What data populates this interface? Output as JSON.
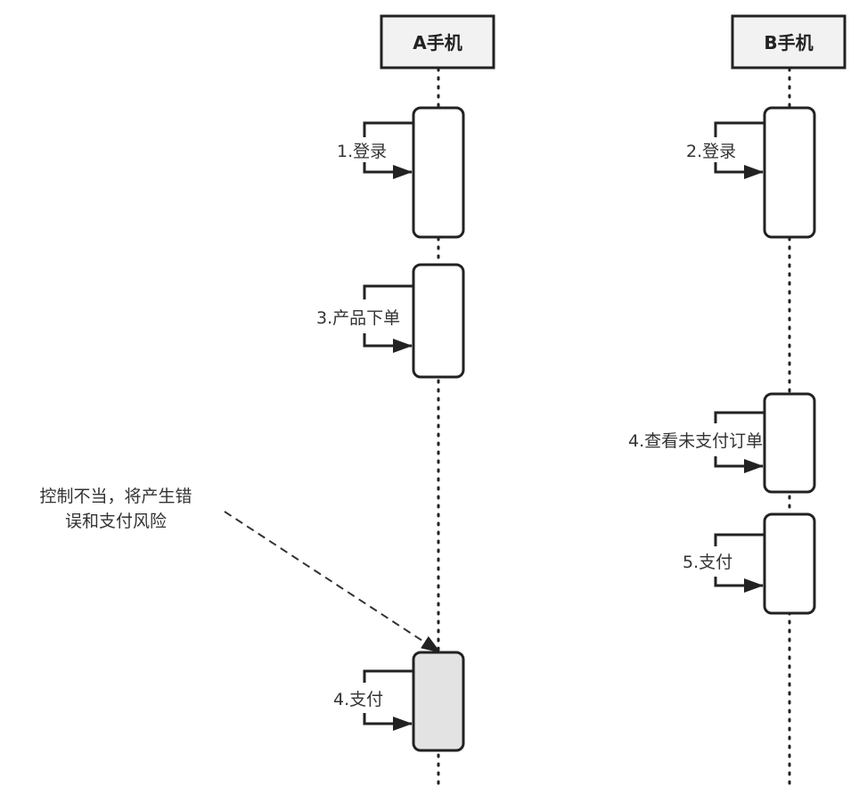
{
  "participants": [
    {
      "id": "A",
      "label": "A手机"
    },
    {
      "id": "B",
      "label": "B手机"
    }
  ],
  "messages": [
    {
      "participant": "A",
      "label": "1.登录",
      "highlight": false
    },
    {
      "participant": "B",
      "label": "2.登录",
      "highlight": false
    },
    {
      "participant": "A",
      "label": "3.产品下单",
      "highlight": false
    },
    {
      "participant": "B",
      "label": "4.查看未支付订单",
      "highlight": false
    },
    {
      "participant": "B",
      "label": "5.支付",
      "highlight": false
    },
    {
      "participant": "A",
      "label": "4.支付",
      "highlight": true
    }
  ],
  "annotation": {
    "line1": "控制不当，将产生错",
    "line2": "误和支付风险"
  },
  "colors": {
    "stroke": "#222222",
    "header_fill": "#f2f2f2",
    "highlight_fill": "#e3e3e3",
    "box_fill": "#ffffff"
  }
}
